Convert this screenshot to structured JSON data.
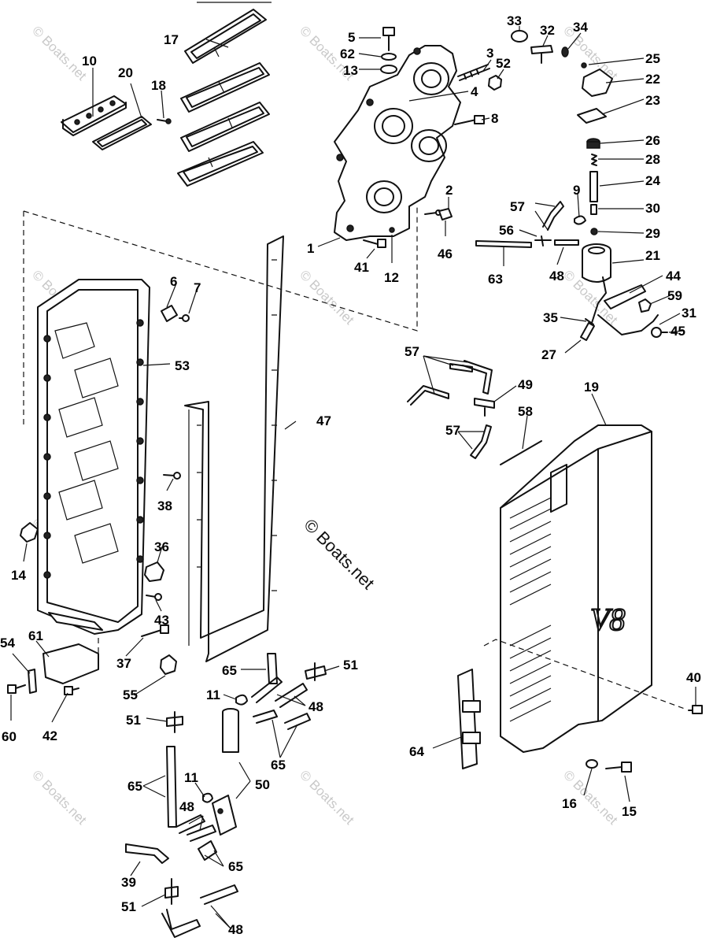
{
  "watermark": {
    "text": "© Boats.net"
  },
  "emblem": {
    "text": "V8"
  },
  "callouts": [
    "1",
    "2",
    "3",
    "4",
    "5",
    "6",
    "7",
    "8",
    "9",
    "10",
    "11",
    "11",
    "12",
    "13",
    "14",
    "15",
    "16",
    "17",
    "18",
    "19",
    "20",
    "21",
    "22",
    "23",
    "24",
    "25",
    "26",
    "27",
    "28",
    "29",
    "30",
    "31",
    "32",
    "33",
    "34",
    "35",
    "36",
    "37",
    "38",
    "39",
    "40",
    "41",
    "42",
    "43",
    "44",
    "45",
    "46",
    "47",
    "48",
    "48",
    "48",
    "48",
    "49",
    "50",
    "51",
    "51",
    "51",
    "52",
    "53",
    "54",
    "55",
    "56",
    "57",
    "57",
    "57",
    "58",
    "59",
    "60",
    "61",
    "62",
    "63",
    "64",
    "65",
    "65",
    "65",
    "65"
  ]
}
